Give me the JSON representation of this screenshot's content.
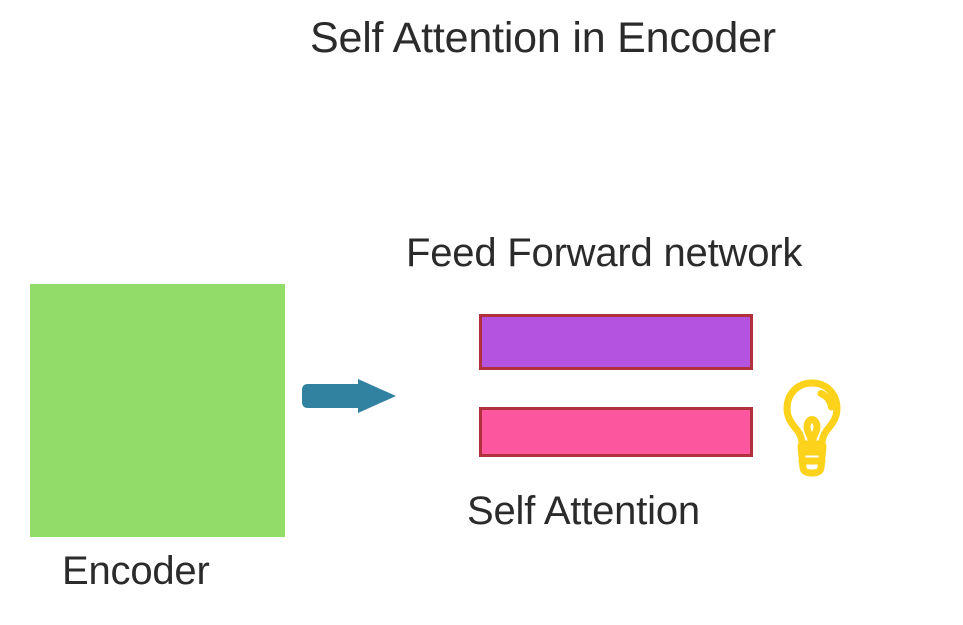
{
  "figure": {
    "title": "Self Attention in Encoder",
    "background_color": "#ffffff",
    "text_color": "#2b2b2b"
  },
  "encoder": {
    "label": "Encoder",
    "fill_color": "#92dd69"
  },
  "stack": {
    "top_label": "Feed Forward network",
    "bottom_label": "Self Attention",
    "feed_forward": {
      "fill_color": "#b453df",
      "border_color": "#b22f3c"
    },
    "self_attention": {
      "fill_color": "#fc579e",
      "border_color": "#b22f3c"
    }
  },
  "arrow": {
    "icon": "arrow-right-icon",
    "color": "#3182a0",
    "direction": "right"
  },
  "hint": {
    "icon": "lightbulb-icon",
    "color": "#fcd21a"
  }
}
